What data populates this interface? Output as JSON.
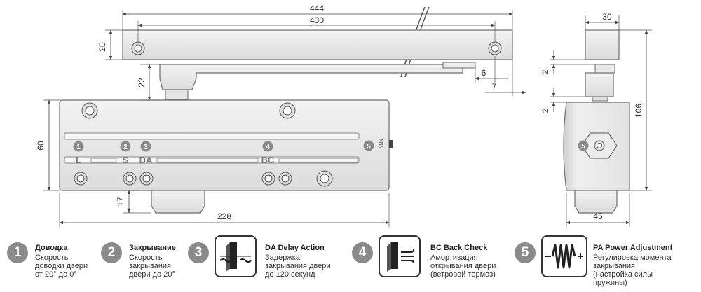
{
  "dimensions": {
    "top_overall": "444",
    "top_holes": "430",
    "arm_height": "20",
    "arm_drop": "22",
    "arm_offset_6": "6",
    "arm_offset_7": "7",
    "body_height": "60",
    "shaft_height": "17",
    "body_length": "228",
    "side_top_width": "30",
    "side_gap_top": "2",
    "side_gap_bottom": "2",
    "side_height": "106",
    "side_body_width": "45"
  },
  "body_labels": {
    "L": "L",
    "S": "S",
    "DA": "DA",
    "BC": "BC"
  },
  "markers": [
    "1",
    "2",
    "3",
    "4",
    "5"
  ],
  "legend": [
    {
      "num": "1",
      "title": "Доводка",
      "desc": "Скорость\nдоводки двери\nот 20° до 0°",
      "icon": ""
    },
    {
      "num": "2",
      "title": "Закрывание",
      "desc": "Скорость\nзакрывания\nдвери до 20°",
      "icon": ""
    },
    {
      "num": "3",
      "title": "DA Delay Action",
      "desc": "Задержка\nзакрывания двери\nдо 120 секунд",
      "icon": "door-delay-icon"
    },
    {
      "num": "4",
      "title": "BC Back Check",
      "desc": "Амортизация\nоткрывания двери\n(ветровой тормоз)",
      "icon": "door-wind-icon"
    },
    {
      "num": "5",
      "title": "PA Power Adjustment",
      "desc": "Регулировка момента\nзакрывания\n(настройка силы\nпружины)",
      "icon": "spring-icon"
    }
  ],
  "colors": {
    "metal": "#e9e9e9",
    "line": "#6e6e6e",
    "marker": "#8a8a8a"
  }
}
